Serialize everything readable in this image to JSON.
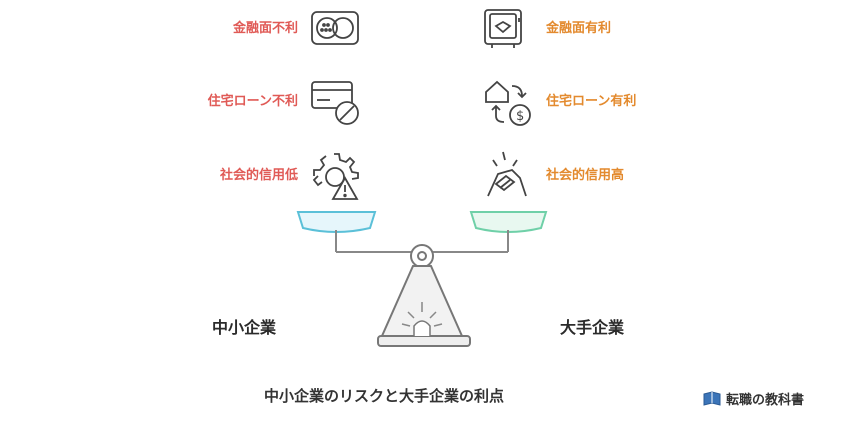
{
  "left": {
    "title": "中小企業",
    "items": [
      {
        "label": "金融面不利",
        "icon": "card-reader-icon"
      },
      {
        "label": "住宅ローン不利",
        "icon": "card-denied-icon"
      },
      {
        "label": "社会的信用低",
        "icon": "gear-warning-icon"
      }
    ],
    "color": "#e05a56",
    "pan_color": "#5bc0d8"
  },
  "right": {
    "title": "大手企業",
    "items": [
      {
        "label": "金融面有利",
        "icon": "safe-icon"
      },
      {
        "label": "住宅ローン有利",
        "icon": "house-money-icon"
      },
      {
        "label": "社会的信用高",
        "icon": "handshake-icon"
      }
    ],
    "color": "#e38a2e",
    "pan_color": "#6fd0a8"
  },
  "caption": "中小企業のリスクと大手企業の利点",
  "brand": "転職の教科書"
}
